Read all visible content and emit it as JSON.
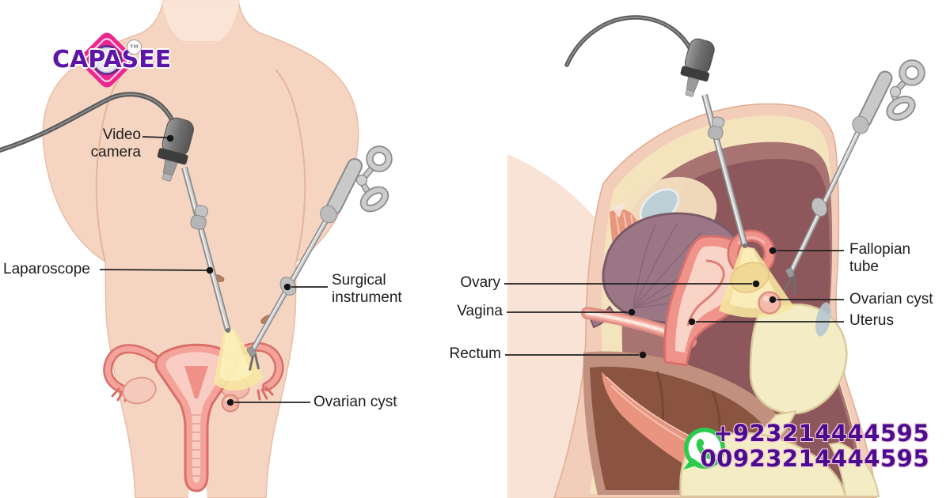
{
  "brand": {
    "name": "CAPASEE",
    "trademark": "TM"
  },
  "contact": {
    "whatsapp_phone_primary": "+923214444595",
    "whatsapp_phone_secondary": "00923214444595"
  },
  "left_panel": {
    "description": "Front view of torso showing laparoscopic ovarian cyst surgery",
    "labels": {
      "video_camera_line1": "Video",
      "video_camera_line2": "camera",
      "laparoscope": "Laparoscope",
      "surgical_instrument_line1": "Surgical",
      "surgical_instrument_line2": "instrument",
      "ovarian_cyst": "Ovarian cyst"
    }
  },
  "right_panel": {
    "description": "Sagittal cross-section of female pelvis during laparoscopy",
    "labels": {
      "ovary": "Ovary",
      "vagina": "Vagina",
      "rectum": "Rectum",
      "fallopian_tube_line1": "Fallopian",
      "fallopian_tube_line2": "tube",
      "ovarian_cyst": "Ovarian cyst",
      "uterus": "Uterus"
    }
  },
  "colors": {
    "skin": "#f5d5c2",
    "skin_outline": "#e8bda6",
    "organ_pink": "#f4a29a",
    "organ_outline": "#d96f69",
    "pelvic_cavity": "#a87371",
    "pelvic_cavity_dark": "#8d575b",
    "bladder": "#9b7685",
    "rectum_brown": "#8a5440",
    "bone_yellow": "#f4ecc4",
    "scope_light": "#f7e8a2",
    "instrument_gray": "#c6c6c6",
    "label_text": "#1d1d1d",
    "phone_purple": "#4a0d8f",
    "whatsapp_green": "#2bcb4e",
    "logo_pink": "#ec268f",
    "logo_purple": "#5d15a8"
  }
}
